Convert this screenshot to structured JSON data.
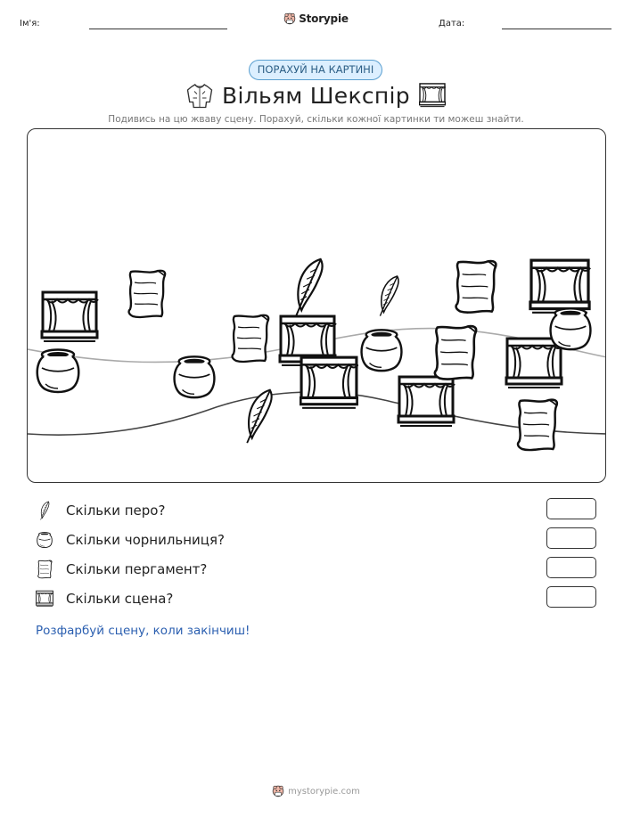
{
  "header": {
    "name_label": "Ім'я:",
    "date_label": "Дата:",
    "brand": "Storypie"
  },
  "badge": "ПОРАХУЙ НА КАРТИНІ",
  "title": "Вільям Шекспір",
  "subtitle": "Подивись на цю жваву сцену. Порахуй, скільки кожної картинки ти можеш знайти.",
  "questions": [
    {
      "text": "Скільки перо?",
      "icon": "quill-icon"
    },
    {
      "text": "Скільки чорнильниця?",
      "icon": "inkwell-icon"
    },
    {
      "text": "Скільки пергамент?",
      "icon": "parchment-icon"
    },
    {
      "text": "Скільки сцена?",
      "icon": "stage-icon"
    }
  ],
  "footer_note": "Розфарбуй сцену, коли закінчиш!",
  "site": "mystorypie.com",
  "colors": {
    "accent": "#2b5fb0",
    "badge_bg": "#dcefff",
    "badge_border": "#5a9fd0",
    "ink": "#222222"
  }
}
